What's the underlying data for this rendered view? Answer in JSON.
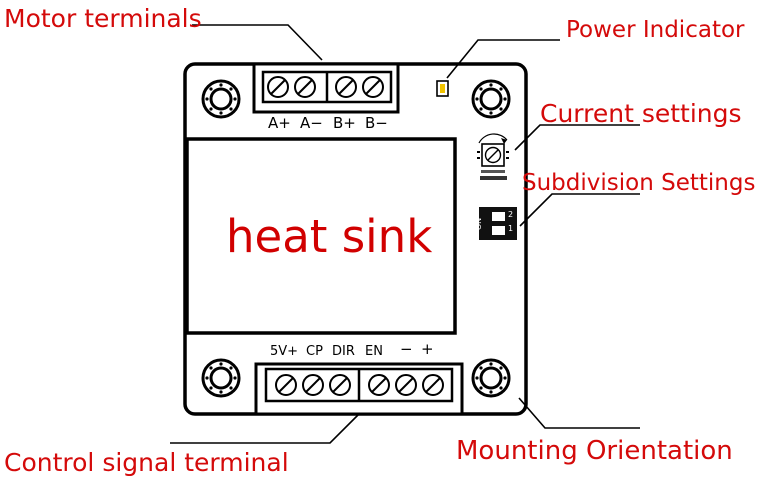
{
  "callouts": {
    "motor_terminals": "Motor terminals",
    "power_indicator": "Power Indicator",
    "current_settings": "Current settings",
    "subdivision_settings": "Subdivision Settings",
    "control_signal_terminal": "Control signal terminal",
    "mounting_orientation": "Mounting Orientation"
  },
  "board": {
    "heat_sink_label": "heat sink",
    "motor_pins": [
      "A+",
      "A−",
      "B+",
      "B−"
    ],
    "control_pins": [
      "5V+",
      "CP",
      "DIR",
      "EN",
      "−",
      "+"
    ],
    "dip_switch": {
      "on_label": "ON",
      "positions": [
        "1",
        "2"
      ]
    }
  },
  "colors": {
    "annotation": "#d40a0a",
    "board_outline": "#000000",
    "background": "#ffffff"
  }
}
